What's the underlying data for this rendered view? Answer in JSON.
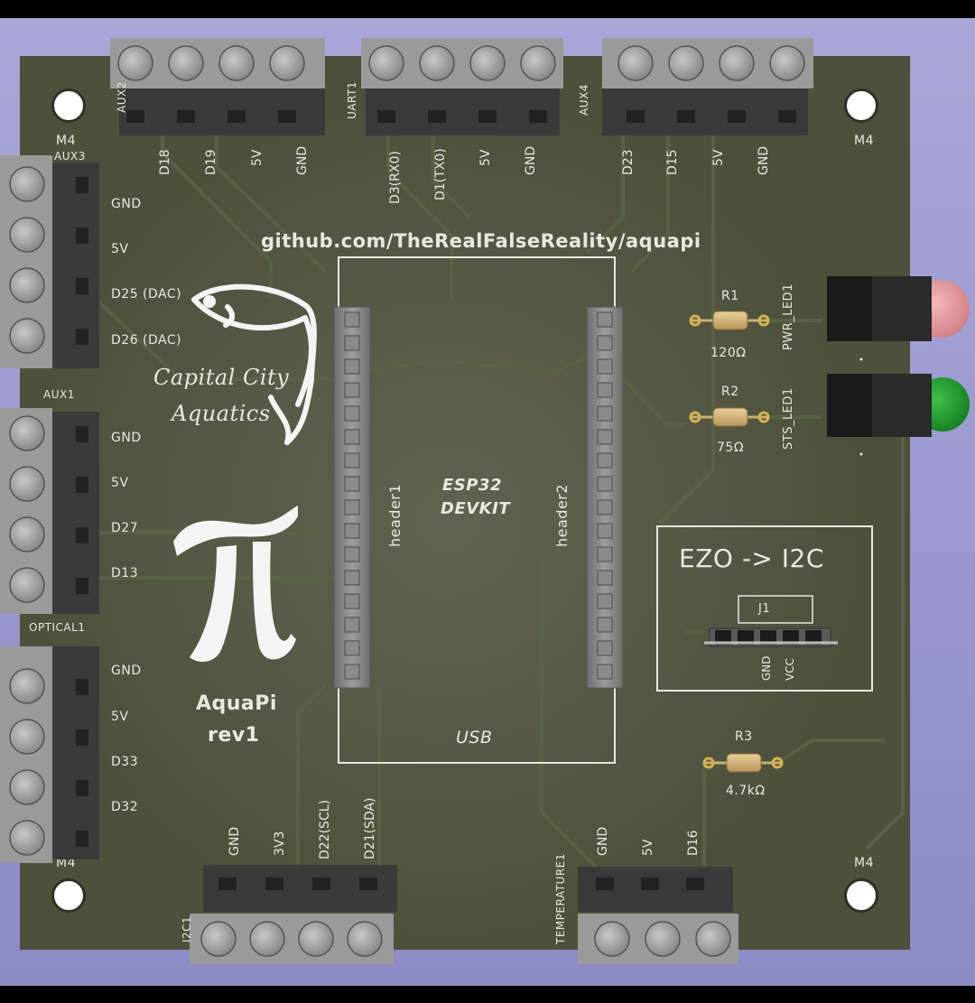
{
  "board": {
    "url_text": "github.com/TheRealFalseReality/aquapi",
    "product_name": "AquaPi",
    "product_rev": "rev1",
    "brand_line1": "Capital City",
    "brand_line2": "Aquatics",
    "mcu_line1": "ESP32",
    "mcu_line2": "DEVKIT",
    "usb_label": "USB",
    "mount_label": "M4"
  },
  "connectors": {
    "top_left": {
      "ref": "AUX2",
      "pins": [
        "D18",
        "D19",
        "5V",
        "GND"
      ]
    },
    "uart": {
      "ref": "UART1",
      "pins": [
        "D3(RX0)",
        "D1(TX0)",
        "5V",
        "GND"
      ]
    },
    "aux4": {
      "ref": "AUX4",
      "pins": [
        "D23",
        "D15",
        "5V",
        "GND"
      ]
    },
    "aux3": {
      "ref": "AUX3",
      "pins": [
        "GND",
        "5V",
        "D25 (DAC)",
        "D26 (DAC)"
      ]
    },
    "aux1": {
      "ref": "AUX1",
      "pins": [
        "GND",
        "5V",
        "D27",
        "D13"
      ]
    },
    "optical": {
      "ref": "OPTICAL1",
      "pins": [
        "GND",
        "5V",
        "D33",
        "D32"
      ]
    },
    "i2c": {
      "ref": "I2C1",
      "pins": [
        "GND",
        "3V3",
        "D22(SCL)",
        "D21(SDA)"
      ]
    },
    "temperature": {
      "ref": "TEMPERATURE1",
      "pins": [
        "GND",
        "5V",
        "D16"
      ]
    }
  },
  "headers": {
    "left": "header1",
    "right": "header2"
  },
  "components": {
    "r1": {
      "ref": "R1",
      "value": "120Ω"
    },
    "r2": {
      "ref": "R2",
      "value": "75Ω"
    },
    "r3": {
      "ref": "R3",
      "value": "4.7kΩ"
    },
    "pwr_led": {
      "ref": "PWR_LED1",
      "color": "#e88a93"
    },
    "sts_led": {
      "ref": "STS_LED1",
      "color": "#1f8a2a"
    }
  },
  "ezo": {
    "title": "EZO -> I2C",
    "ref": "J1",
    "pins": [
      "GND",
      "VCC"
    ]
  },
  "colors": {
    "board": "#4d513c",
    "trace": "#5b6446",
    "silkscreen": "#e8e8e0",
    "terminal": "#8e8e8e"
  }
}
